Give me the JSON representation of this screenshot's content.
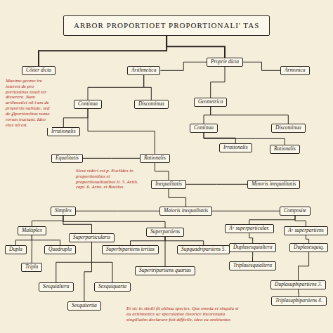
{
  "diagram": {
    "nodes": [
      {
        "text": [
          "ARBOR PROPORTIOET PROPORTIONALI' TAS"
        ]
      },
      {
        "text": [
          "Cõiter dicta"
        ]
      },
      {
        "text": [
          "Arithmetica"
        ]
      },
      {
        "text": [
          "Proprie dicta"
        ]
      },
      {
        "text": [
          "Armonica"
        ]
      },
      {
        "text": [
          "Continua"
        ]
      },
      {
        "text": [
          "Discontinua"
        ]
      },
      {
        "text": [
          "Geometrica"
        ]
      },
      {
        "text": [
          "Irrationalis"
        ]
      },
      {
        "text": [
          "Continua"
        ]
      },
      {
        "text": [
          "Discontinua"
        ]
      },
      {
        "text": [
          "Equalitatis"
        ]
      },
      {
        "text": [
          "Rationalis"
        ]
      },
      {
        "text": [
          "Irrationalis"
        ]
      },
      {
        "text": [
          "Rationalis"
        ]
      },
      {
        "text": [
          "Inequalitatis"
        ]
      },
      {
        "text": [
          "Minoris inequalitatis"
        ]
      },
      {
        "text": [
          "Simplex"
        ]
      },
      {
        "text": [
          "Maioris inequalitatis"
        ]
      },
      {
        "text": [
          "Composite"
        ]
      },
      {
        "text": [
          "Multiplex"
        ]
      },
      {
        "text": [
          "Superparticularis"
        ]
      },
      {
        "text": [
          "Superpartiens"
        ]
      },
      {
        "text": [
          "Dupla"
        ]
      },
      {
        "text": [
          "Quadrupla"
        ]
      },
      {
        "text": [
          "Tripla"
        ]
      },
      {
        "text": [
          "Superbipartiens tertias"
        ]
      },
      {
        "text": [
          "Supquadripartiens 5."
        ]
      },
      {
        "text": [
          "Sesquialtera"
        ]
      },
      {
        "text": [
          "Supertripartiens quartas"
        ]
      },
      {
        "text": [
          "Sexquiquarta"
        ]
      },
      {
        "text": [
          "Sesquitertia"
        ]
      },
      {
        "text": [
          "Aᵃ superparticular."
        ]
      },
      {
        "text": [
          "Aᵃ superpartiens"
        ]
      },
      {
        "text": [
          "Duplasesquialtera"
        ]
      },
      {
        "text": [
          "Duplasesquiq."
        ]
      },
      {
        "text": [
          "Triplasesquialtera"
        ]
      },
      {
        "text": [
          "Duplasupbipartiens 3."
        ]
      },
      {
        "text": [
          "Triplasupbipartiens 4."
        ]
      }
    ],
    "edges": [
      {
        "from": 0,
        "to": 1,
        "arrow": "none"
      },
      {
        "from": 0,
        "to": 3,
        "arrow": "none"
      },
      {
        "from": 3,
        "to": 2,
        "arrow": "none"
      },
      {
        "from": 3,
        "to": 7,
        "arrow": "none"
      },
      {
        "from": 3,
        "to": 4,
        "arrow": "none"
      },
      {
        "from": 2,
        "to": 5,
        "arrow": "none"
      },
      {
        "from": 2,
        "to": 6,
        "arrow": "none"
      },
      {
        "from": 7,
        "to": 9,
        "arrow": "none"
      },
      {
        "from": 7,
        "to": 10,
        "arrow": "none"
      },
      {
        "from": 5,
        "to": 8,
        "arrow": "none"
      },
      {
        "from": 5,
        "to": 12,
        "arrow": "none"
      },
      {
        "from": 9,
        "to": 13,
        "arrow": "none"
      },
      {
        "from": 9,
        "to": 14,
        "arrow": "none"
      },
      {
        "from": 12,
        "to": 11,
        "arrow": "none"
      },
      {
        "from": 12,
        "to": 15,
        "arrow": "none"
      },
      {
        "from": 15,
        "to": 16,
        "arrow": "none"
      },
      {
        "from": 15,
        "to": 18,
        "arrow": "none"
      },
      {
        "from": 18,
        "to": 17,
        "arrow": "none"
      },
      {
        "from": 18,
        "to": 19,
        "arrow": "none"
      },
      {
        "from": 17,
        "to": 20,
        "arrow": "none"
      },
      {
        "from": 17,
        "to": 21,
        "arrow": "none"
      },
      {
        "from": 17,
        "to": 22,
        "arrow": "none"
      },
      {
        "from": 20,
        "to": 23,
        "arrow": "none"
      },
      {
        "from": 20,
        "to": 24,
        "arrow": "none"
      },
      {
        "from": 20,
        "to": 25,
        "arrow": "none"
      },
      {
        "from": 22,
        "to": 26,
        "arrow": "none"
      },
      {
        "from": 22,
        "to": 27,
        "arrow": "none"
      },
      {
        "from": 22,
        "to": 29,
        "arrow": "none"
      },
      {
        "from": 21,
        "to": 28,
        "arrow": "none"
      },
      {
        "from": 21,
        "to": 30,
        "arrow": "none"
      },
      {
        "from": 21,
        "to": 31,
        "arrow": "none"
      },
      {
        "from": 19,
        "to": 32,
        "arrow": "none"
      },
      {
        "from": 19,
        "to": 33,
        "arrow": "none"
      },
      {
        "from": 32,
        "to": 34,
        "arrow": "none"
      },
      {
        "from": 34,
        "to": 36,
        "arrow": "none"
      },
      {
        "from": 33,
        "to": 35,
        "arrow": "none"
      },
      {
        "from": 35,
        "to": 37,
        "arrow": "none"
      },
      {
        "from": 37,
        "to": 38,
        "arrow": "none"
      }
    ],
    "labels": [
      "Maxime geome tre interest de pro portionibus totali ter disserere. Nam arithmetici nõ i am de proportio nalitate, sed de ꝓportionibus nume rorum tractant. Ideo eius nõ est.",
      "Sicut videri est p. Euclides in proportionibus et proportionalitatibus li. 5. Arith. capi. 6. Arist. et Boetius.",
      "Et sic in simili fit ultima species. Que omnia et singula si ea arithmetice ac speculatiue theorice theoremata singillatim declarare fuit difficile, ideo ea omittuntur."
    ]
  }
}
